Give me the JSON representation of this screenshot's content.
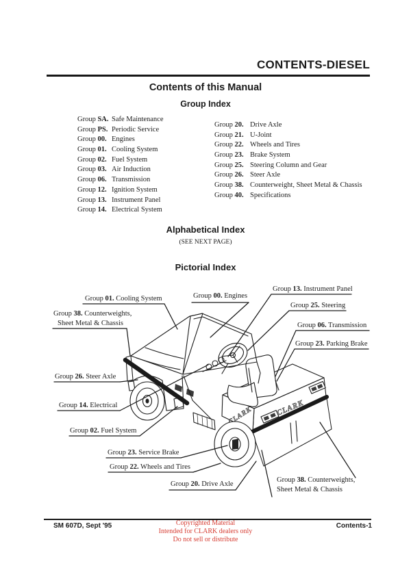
{
  "header": {
    "title": "CONTENTS-DIESEL"
  },
  "titles": {
    "main": "Contents of this Manual",
    "group_index": "Group Index",
    "alphabetical_index": "Alphabetical Index",
    "see_next": "(SEE NEXT PAGE)",
    "pictorial_index": "Pictorial Index"
  },
  "group_index": {
    "left": [
      {
        "prefix": "Group",
        "num": "SA.",
        "desc": "Safe Maintenance"
      },
      {
        "prefix": "Group",
        "num": "PS.",
        "desc": "Periodic Service"
      },
      {
        "prefix": "Group",
        "num": "00.",
        "desc": "Engines"
      },
      {
        "prefix": "Group",
        "num": "01.",
        "desc": "Cooling System"
      },
      {
        "prefix": "Group",
        "num": "02.",
        "desc": "Fuel System"
      },
      {
        "prefix": "Group",
        "num": "03.",
        "desc": "Air Induction"
      },
      {
        "prefix": "Group",
        "num": "06.",
        "desc": "Transmission"
      },
      {
        "prefix": "Group",
        "num": "12.",
        "desc": "Ignition System"
      },
      {
        "prefix": "Group",
        "num": "13.",
        "desc": "Instrument Panel"
      },
      {
        "prefix": "Group",
        "num": "14.",
        "desc": "Electrical System"
      }
    ],
    "right": [
      {
        "prefix": "Group",
        "num": "20.",
        "desc": "Drive Axle"
      },
      {
        "prefix": "Group",
        "num": "21.",
        "desc": "U-Joint"
      },
      {
        "prefix": "Group",
        "num": "22.",
        "desc": "Wheels and Tires"
      },
      {
        "prefix": "Group",
        "num": "23.",
        "desc": "Brake System"
      },
      {
        "prefix": "Group",
        "num": "25.",
        "desc": "Steering Column and Gear"
      },
      {
        "prefix": "Group",
        "num": "26.",
        "desc": "Steer Axle"
      },
      {
        "prefix": "Group",
        "num": "38.",
        "desc": "Counterweight, Sheet Metal & Chassis"
      },
      {
        "prefix": "Group",
        "num": "40.",
        "desc": "Specifications"
      }
    ]
  },
  "pictorial": {
    "vehicle_brand": "CLARK",
    "labels": {
      "cooling": {
        "prefix": "Group",
        "num": "01.",
        "desc": "Cooling System"
      },
      "engines": {
        "prefix": "Group",
        "num": "00.",
        "desc": "Engines"
      },
      "instrument": {
        "prefix": "Group",
        "num": "13.",
        "desc": "Instrument Panel"
      },
      "steering": {
        "prefix": "Group",
        "num": "25.",
        "desc": "Steering"
      },
      "transmission": {
        "prefix": "Group",
        "num": "06.",
        "desc": "Transmission"
      },
      "parking": {
        "prefix": "Group",
        "num": "23.",
        "desc": "Parking Brake"
      },
      "cw_top": {
        "prefix": "Group",
        "num": "38.",
        "desc": "Counterweights,",
        "desc2": "Sheet Metal & Chassis"
      },
      "steer_axle": {
        "prefix": "Group",
        "num": "26.",
        "desc": "Steer Axle"
      },
      "electrical": {
        "prefix": "Group",
        "num": "14.",
        "desc": "Electrical"
      },
      "fuel": {
        "prefix": "Group",
        "num": "02.",
        "desc": "Fuel System"
      },
      "service": {
        "prefix": "Group",
        "num": "23.",
        "desc": "Service Brake"
      },
      "wheels": {
        "prefix": "Group",
        "num": "22.",
        "desc": "Wheels and Tires"
      },
      "drive": {
        "prefix": "Group",
        "num": "20.",
        "desc": "Drive Axle"
      },
      "cw_bottom": {
        "prefix": "Group",
        "num": "38.",
        "desc": "Counterweights,",
        "desc2": "Sheet Metal & Chassis"
      }
    }
  },
  "footer": {
    "doc_ref": "SM 607D, Sept '95",
    "page_num": "Contents-1",
    "notice": {
      "line1": "Copyrighted Material",
      "line2": "Intended for CLARK dealers only",
      "line3": "Do not sell or distribute"
    }
  },
  "colors": {
    "notice_red": "#d63c32",
    "ink": "#1a1a1a",
    "paper": "#ffffff"
  }
}
